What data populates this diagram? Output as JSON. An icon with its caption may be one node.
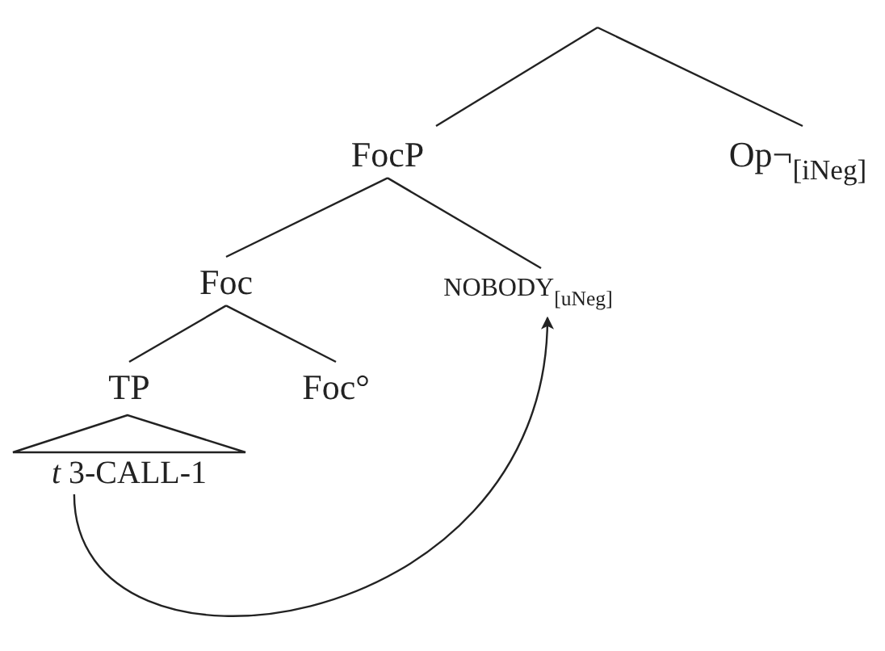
{
  "diagram": {
    "nodes": [
      {
        "text": [
          "FocP"
        ]
      },
      {
        "text": [
          "Op¬$_{[iNeg]}$"
        ]
      },
      {
        "text": [
          "Foc"
        ]
      },
      {
        "text": [
          "NOBODY$_{[uNeg]}$"
        ]
      },
      {
        "text": [
          "TP"
        ]
      },
      {
        "text": [
          "Foc°"
        ]
      },
      {
        "text": [
          "*t* 3-CALL-1"
        ]
      }
    ],
    "edges": [
      {
        "from": null,
        "to": 0,
        "arrow": "none"
      },
      {
        "from": null,
        "to": 1,
        "arrow": "none"
      },
      {
        "from": 0,
        "to": 2,
        "arrow": "none"
      },
      {
        "from": 0,
        "to": 3,
        "arrow": "none"
      },
      {
        "from": 2,
        "to": 4,
        "arrow": "none"
      },
      {
        "from": 2,
        "to": 5,
        "arrow": "none"
      },
      {
        "from": 6,
        "to": 3,
        "arrow": "to"
      }
    ]
  }
}
